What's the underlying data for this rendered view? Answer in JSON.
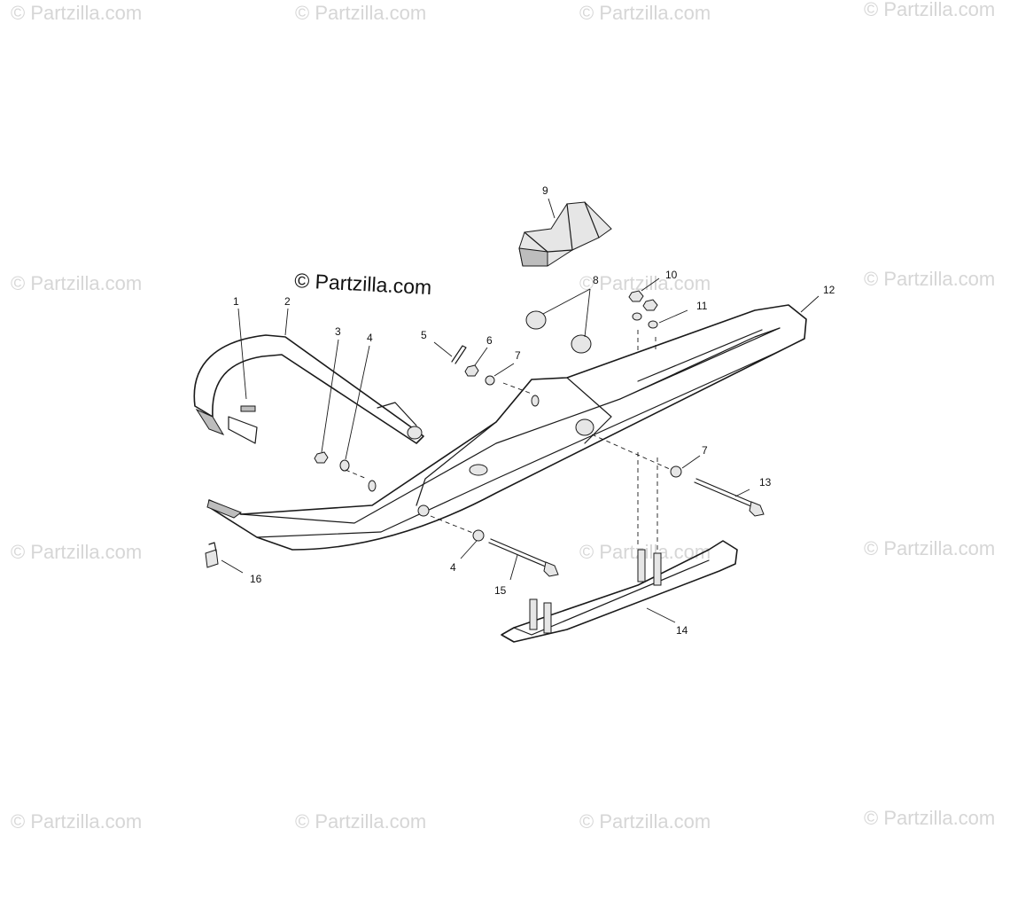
{
  "watermark": "© Partzilla.com",
  "brand": "© Partzilla.com",
  "callouts": [
    "1",
    "2",
    "3",
    "4",
    "5",
    "6",
    "7",
    "8",
    "9",
    "10",
    "11",
    "12",
    "13",
    "14",
    "15",
    "16",
    "7",
    "4"
  ]
}
